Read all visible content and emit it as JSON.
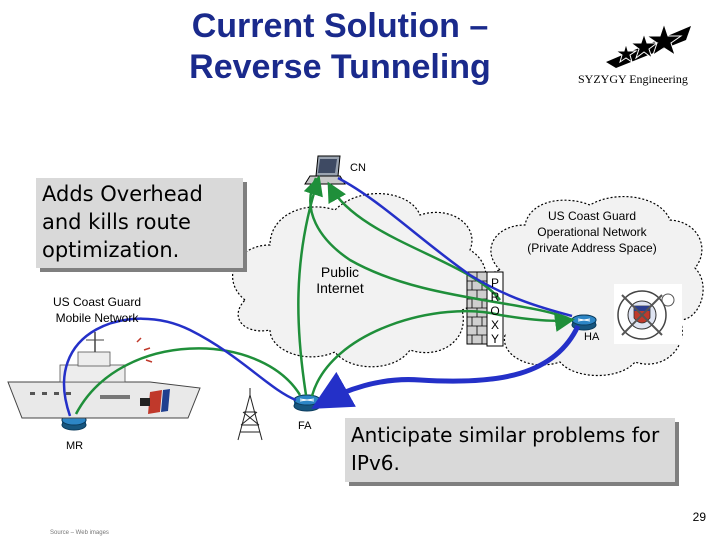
{
  "slide": {
    "title_line1": "Current Solution –",
    "title_line2": "Reverse Tunneling",
    "company": "SYZYGY Engineering",
    "callout_top": "Adds Overhead and kills route optimization.",
    "callout_bottom": "Anticipate similar problems for IPv6.",
    "page_number": "29",
    "source": "Source – Web images"
  },
  "diagram": {
    "cn_label": "CN",
    "internet_label_1": "Public",
    "internet_label_2": "Internet",
    "coast_guard_op_1": "US Coast Guard",
    "coast_guard_op_2": "Operational Network",
    "coast_guard_op_3": "(Private Address Space)",
    "mobile_net_1": "US Coast Guard",
    "mobile_net_2": "Mobile Network",
    "proxy_letters": [
      "P",
      "R",
      "O",
      "X",
      "Y"
    ],
    "ha_label": "HA",
    "fa_label": "FA",
    "mr_label": "MR",
    "colors": {
      "title": "#1a2a8c",
      "green_path": "#1f8f3a",
      "blue_path": "#2430c8"
    }
  }
}
